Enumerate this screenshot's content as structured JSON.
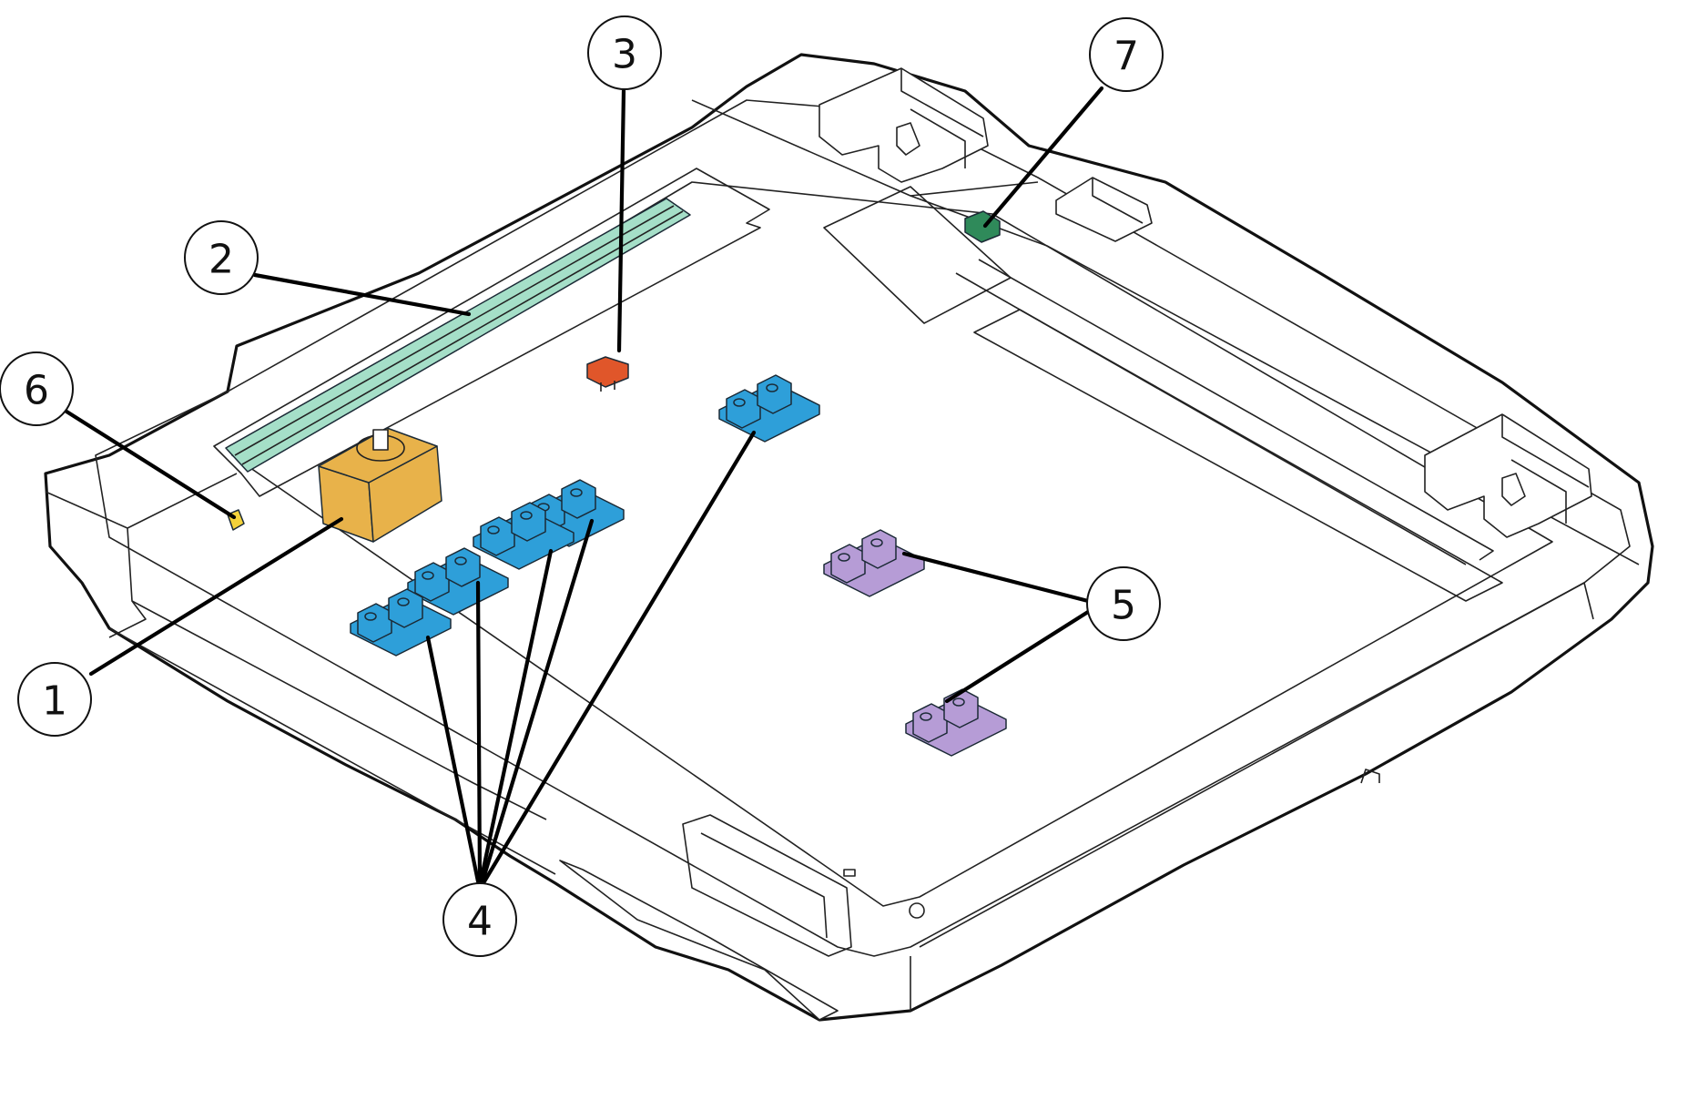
{
  "colors": {
    "motor": "#e8b24a",
    "rail": "#a5dfc8",
    "sensor_red": "#e0562a",
    "sensor_blue": "#2e9fd9",
    "sensor_purple": "#b69cd6",
    "sensor_green": "#2f8a5a",
    "sensor_yellow": "#f3d23b"
  },
  "callouts": [
    {
      "label": "1",
      "part": "motor"
    },
    {
      "label": "2",
      "part": "rail"
    },
    {
      "label": "3",
      "part": "sensor-red"
    },
    {
      "label": "4",
      "part": "sensor-blue"
    },
    {
      "label": "5",
      "part": "sensor-purple"
    },
    {
      "label": "6",
      "part": "sensor-yellow"
    },
    {
      "label": "7",
      "part": "sensor-green"
    }
  ]
}
